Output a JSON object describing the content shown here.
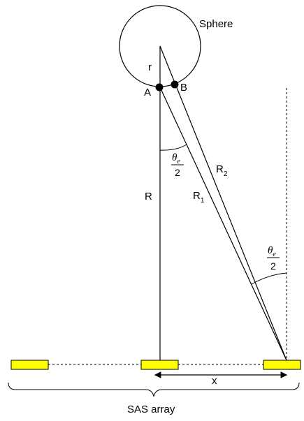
{
  "labels": {
    "sphere": "Sphere",
    "r": "r",
    "point_a": "A",
    "point_b": "B",
    "range_r": "R",
    "range_r1": "R",
    "range_r1_sub": "1",
    "range_r2": "R",
    "range_r2_sub": "2",
    "x": "x",
    "array": "SAS array",
    "theta": "θ",
    "theta_sub": "e",
    "half_den": "2"
  },
  "colors": {
    "line": "#000000",
    "element_fill": "#ffff00",
    "element_stroke": "#000000"
  }
}
